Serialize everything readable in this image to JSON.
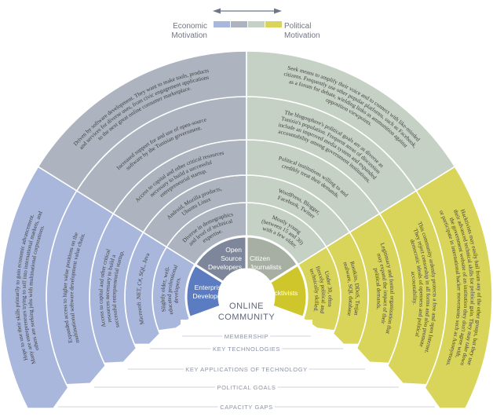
{
  "legend": {
    "left_line1": "Economic",
    "left_line2": "Motivation",
    "right_line1": "Political",
    "right_line2": "Motivation",
    "scale_colors": [
      "#a9b7dc",
      "#aeb4bf",
      "#c6d1c6",
      "#d9d55a"
    ]
  },
  "colors": {
    "sectors": [
      "#a9b7dc",
      "#aeb4bf",
      "#c6d1c6",
      "#d9d55a"
    ],
    "core": [
      "#5b7cc0",
      "#7e869b",
      "#a7afa3",
      "#cfc62c"
    ],
    "label": "#8c93a3"
  },
  "center": {
    "line1": "ONLINE",
    "line2": "COMMUNITY"
  },
  "core": [
    {
      "lines": [
        "Enterprise",
        "Developers"
      ]
    },
    {
      "lines": [
        "Open",
        "Source",
        "Developers"
      ]
    },
    {
      "lines": [
        "Citizen",
        "Journalists"
      ]
    },
    {
      "lines": [
        "Hacktivists"
      ]
    }
  ],
  "rings": [
    {
      "label": "MEMBERSHIP",
      "cells": [
        [
          "Slightly older, well-",
          "educated professional",
          "developers."
        ],
        [
          "Diverse in demographics",
          "and level of technical",
          "expertise."
        ],
        [
          "Mostly young",
          "(between 15 and 30)",
          "with a few older."
        ],
        [
          "Under 30, often",
          "fiercely political and",
          "technically skilled."
        ]
      ]
    },
    {
      "label": "KEY TECHNOLOGIES",
      "cells": [
        [
          "Microsoft .NET, C#, SQL, Java"
        ],
        [
          "Android, Mozilla products,",
          "Ubuntu Linux"
        ],
        [
          "WordPress, Blogger,",
          "Facebook, Twitter"
        ],
        [
          "Rootkits, DDoS, Trojan",
          "malware, SQL database"
        ]
      ]
    },
    {
      "label": "KEY  APPLICATIONS OF TECHNOLOGY",
      "cells": [
        [
          "Access to capital and other critical",
          "resources necessary to build a",
          "successful entrepreneurial startup."
        ],
        [
          "Access to capital and other critical resources",
          "necessary to build a successful",
          "entrepreneurial startup."
        ],
        [
          "Political institutions willing to and",
          "credibly treat their demands."
        ],
        [
          "Legitimacy and formal organization that",
          "may expand the impact of their",
          "political demands."
        ]
      ]
    },
    {
      "label": "POLITICAL GOALS",
      "cells": [
        [
          "Expanded access to higher value positions on the",
          "multinational software development value chain."
        ],
        [
          "Increased support for and use of open-source",
          "software by the Tunisian government."
        ],
        [
          "The blogosphere's political goals are as diverse as",
          "Tunisia's population. Frequent areas of discussion",
          "include an improved media system and expanded",
          "accountability among government institutions."
        ],
        [
          "This community ardently protects a free and open Internet.",
          "They reject censorship in all forms and also promote",
          "democratic ideals of openness and political",
          "accountability."
        ]
      ]
    },
    {
      "label": "CAPACITY GAPS",
      "cells": [
        [
          "Hope to use their skills primarily to gain economic advancement.",
          "Many are entrepreneurs trying to sell into international markets, and",
          "others are seeking jobs with multinational corporations."
        ],
        [
          "Driven by software development. They want to make tools, products",
          "and services for diverse uses, from civic engagement applications",
          "to the next great online consumer marketplace."
        ],
        [
          "Seek means to amplify their voice and to connect with like-minded",
          "citizens. Frequently use other popular platforms, such as Facebook,",
          "as a forum for debate, wielding links as ammunition against",
          "opposition viewpoints."
        ],
        [
          "Hacktivists may easily hail from any of the other groups, but they use",
          "their advanced technical skills for political gain. They may take down",
          "the government website of an institution they don't agree with,",
          "or participate in international hacker movements such as Anonymous."
        ]
      ]
    }
  ]
}
